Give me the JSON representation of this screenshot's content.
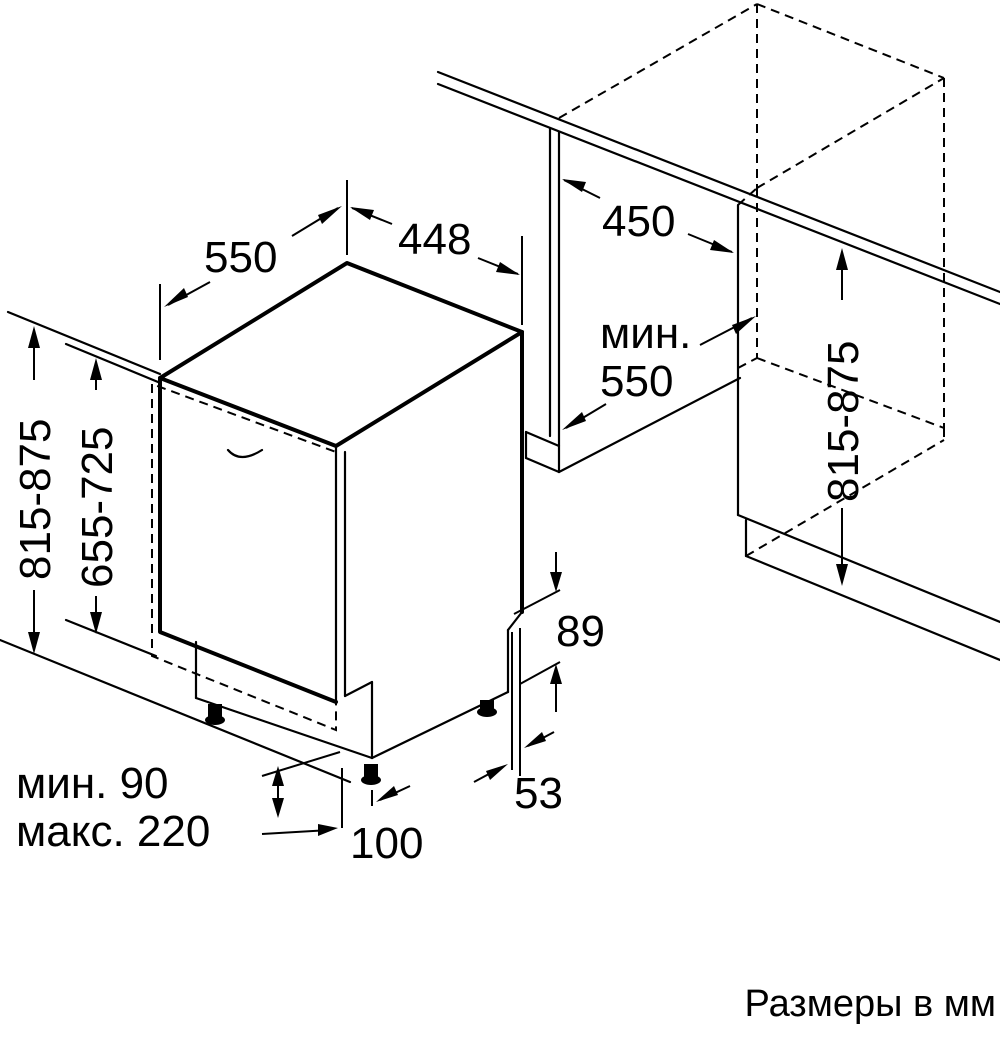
{
  "dimensions": {
    "total_height": "815-875",
    "door_height": "655-725",
    "depth": "550",
    "width": "448",
    "niche_width": "450",
    "niche_depth_min_label": "мин.",
    "niche_depth_min_value": "550",
    "niche_height": "815-875",
    "plinth_depth": "89",
    "plinth_offset": "53",
    "foot_offset": "100",
    "plinth_height_min": "мин. 90",
    "plinth_height_max": "макс. 220"
  },
  "caption": "Размеры в мм"
}
